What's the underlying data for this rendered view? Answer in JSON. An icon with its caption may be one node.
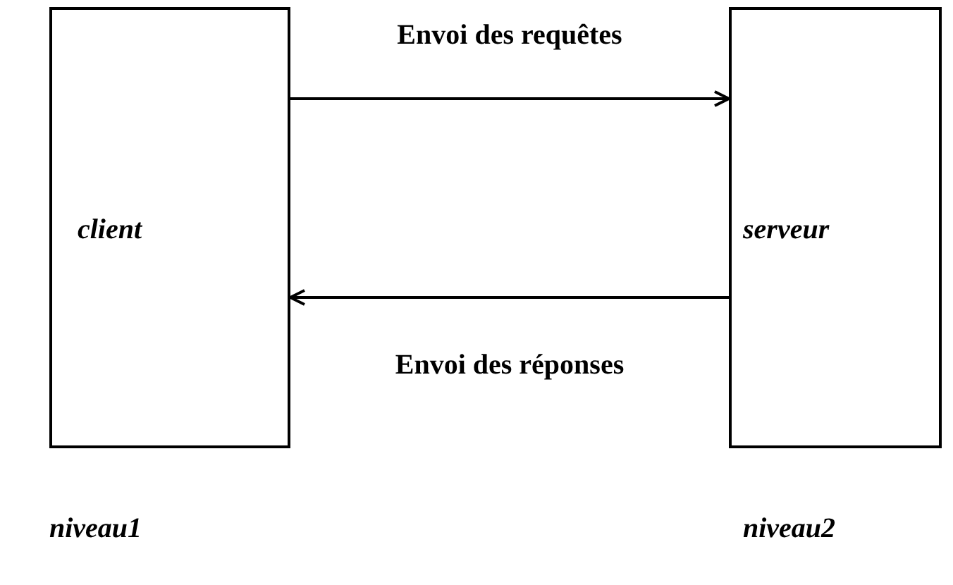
{
  "diagram": {
    "nodes": [
      {
        "text": [
          "client"
        ],
        "beside": [
          "niveau1"
        ]
      },
      {
        "text": [
          "serveur"
        ],
        "beside": [
          "niveau2"
        ]
      }
    ],
    "edges": [
      {
        "from": 0,
        "to": 1,
        "arrow": "to",
        "label": "Envoi des requêtes"
      },
      {
        "from": 1,
        "to": 0,
        "arrow": "to",
        "label": "Envoi des réponses"
      }
    ]
  }
}
